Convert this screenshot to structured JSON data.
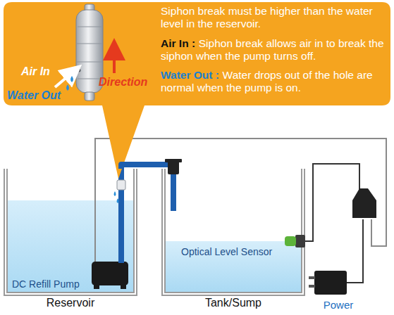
{
  "diagram": {
    "nodes": [
      {
        "text": [
          "Siphon break must be higher than the water level in the reservoir.",
          "Air In :",
          "Siphon break allows air in to break the siphon when the pump turns off.",
          "Water Out :",
          "Water drops out of the hole are normal when the pump is on."
        ]
      },
      {
        "text": [
          "Reservoir",
          "DC Refill Pump"
        ]
      },
      {
        "text": [
          "Tank/Sump",
          "Optical Level Sensor"
        ]
      },
      {
        "text": [
          "Power"
        ]
      }
    ],
    "edges": [
      {
        "from": 1,
        "to": 2,
        "arrow": "none"
      }
    ],
    "labels": [
      "Air In",
      "Water Out",
      "Direction"
    ]
  }
}
